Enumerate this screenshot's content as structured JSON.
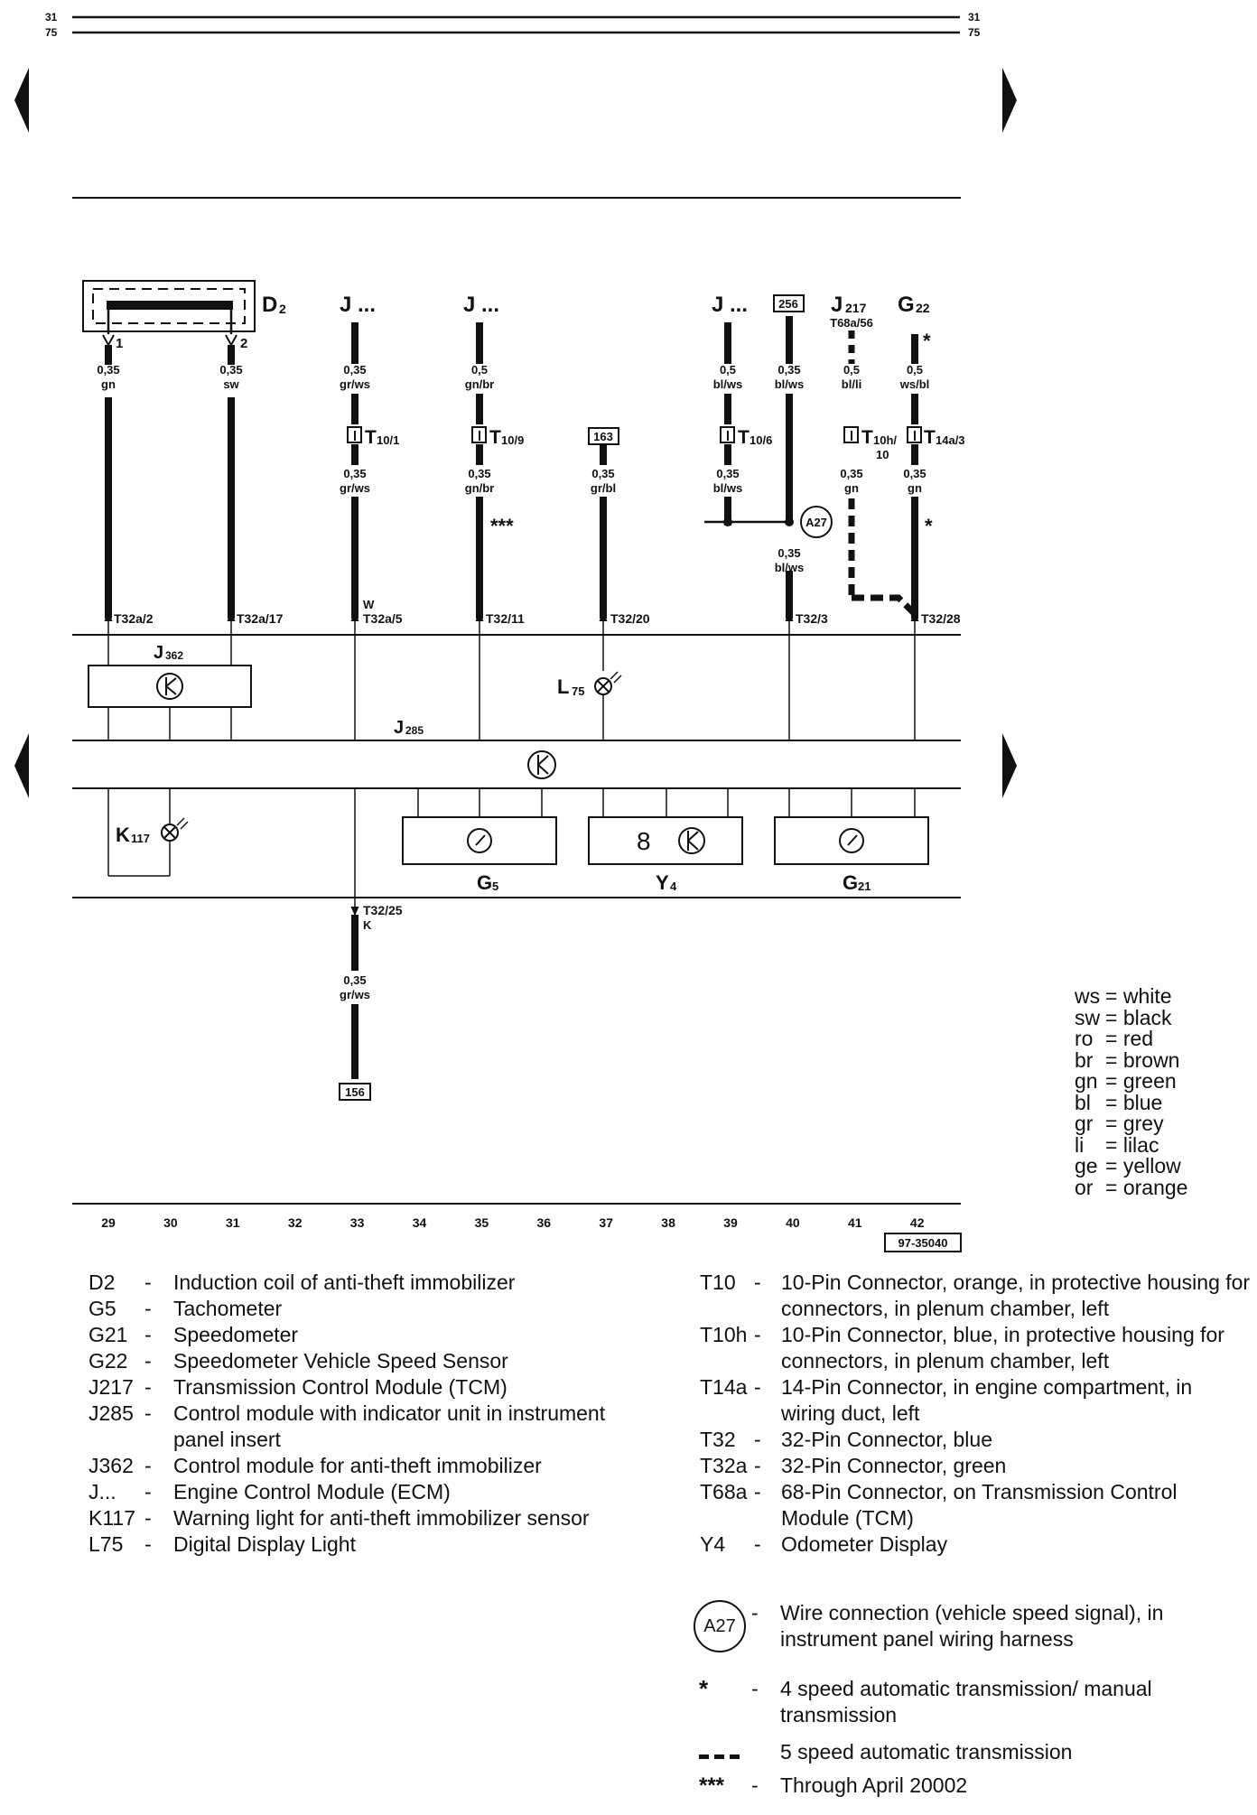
{
  "header": {
    "page_top_left": "31",
    "page_bottom_left": "75",
    "page_top_right": "31",
    "page_bottom_right": "75"
  },
  "components": {
    "d2": "D",
    "d2_sub": "2",
    "j_ecm_1": "J ...",
    "j_ecm_2": "J ...",
    "j_ecm_3": "J ...",
    "j217": "J",
    "j217_sub": "217",
    "j217_pin": "T68a/56",
    "g22": "G",
    "g22_sub": "22",
    "j362": "J",
    "j362_sub": "362",
    "j285": "J",
    "j285_sub": "285",
    "l75": "L",
    "l75_sub": "75",
    "k117": "K",
    "k117_sub": "117",
    "g5": "G",
    "g5_sub": "5",
    "y4": "Y",
    "y4_sub": "4",
    "g21": "G",
    "g21_sub": "21",
    "odo_digit": "8"
  },
  "refs": {
    "r256": "256",
    "r163": "163",
    "r156": "156",
    "a27": "A27",
    "drawing_no": "97-35040"
  },
  "wires": {
    "d2_p1": "1",
    "d2_p2": "2",
    "w29": [
      "0,35",
      "gn"
    ],
    "w31": [
      "0,35",
      "sw"
    ],
    "w33a": [
      "0,35",
      "gr/ws"
    ],
    "w33b": [
      "0,35",
      "gr/ws"
    ],
    "w33c": [
      "0,35",
      "gr/ws"
    ],
    "w35a": [
      "0,5",
      "gn/br"
    ],
    "w35b": [
      "0,35",
      "gn/br"
    ],
    "w37": [
      "0,35",
      "gr/bl"
    ],
    "w39a": [
      "0,5",
      "bl/ws"
    ],
    "w39b": [
      "0,35",
      "bl/ws"
    ],
    "w40a": [
      "0,35",
      "bl/ws"
    ],
    "w40b": [
      "0,35",
      "bl/ws"
    ],
    "w41a": [
      "0,5",
      "bl/li"
    ],
    "w41b": [
      "0,35",
      "gn"
    ],
    "w42a": [
      "0,5",
      "ws/bl"
    ],
    "w42b": [
      "0,35",
      "gn"
    ]
  },
  "connectors": {
    "t10_1": "T",
    "t10_1_sub": "10/1",
    "t10_9": "T",
    "t10_9_sub": "10/9",
    "t10_6": "T",
    "t10_6_sub": "10/6",
    "t10h_10": "T",
    "t10h_10_sub": "10h/",
    "t10h_10_sub2": "10",
    "t14a_3": "T",
    "t14a_3_sub": "14a/3",
    "p29": "T32a/2",
    "p31": "T32a/17",
    "p33": "T32a/5",
    "p33_w": "W",
    "p35": "T32/11",
    "p37": "T32/20",
    "p40": "T32/3",
    "p42": "T32/28",
    "p33_bottom": "T32/25",
    "p33_bottom_k": "K"
  },
  "markers": {
    "star": "*",
    "triple_star": "***"
  },
  "track_numbers": [
    "29",
    "30",
    "31",
    "32",
    "33",
    "34",
    "35",
    "36",
    "37",
    "38",
    "39",
    "40",
    "41",
    "42"
  ],
  "color_legend": [
    {
      "code": "ws",
      "name": "white"
    },
    {
      "code": "sw",
      "name": "black"
    },
    {
      "code": "ro",
      "name": "red"
    },
    {
      "code": "br",
      "name": "brown"
    },
    {
      "code": "gn",
      "name": "green"
    },
    {
      "code": "bl",
      "name": "blue"
    },
    {
      "code": "gr",
      "name": "grey"
    },
    {
      "code": "li",
      "name": "lilac"
    },
    {
      "code": "ge",
      "name": "yellow"
    },
    {
      "code": "or",
      "name": "orange"
    }
  ],
  "definitions_left": [
    {
      "code": "D2",
      "desc": "Induction coil of anti-theft immobilizer"
    },
    {
      "code": "G5",
      "desc": "Tachometer"
    },
    {
      "code": "G21",
      "desc": "Speedometer"
    },
    {
      "code": "G22",
      "desc": "Speedometer Vehicle Speed Sensor"
    },
    {
      "code": "J217",
      "desc": "Transmission Control Module (TCM)"
    },
    {
      "code": "J285",
      "desc": "Control module with indicator unit in instrument panel insert"
    },
    {
      "code": "J362",
      "desc": "Control module for anti-theft immobilizer"
    },
    {
      "code": "J...",
      "desc": "Engine Control Module (ECM)"
    },
    {
      "code": "K117",
      "desc": "Warning light for anti-theft immobilizer sensor"
    },
    {
      "code": "L75",
      "desc": "Digital Display Light"
    }
  ],
  "definitions_right": [
    {
      "code": "T10",
      "desc": "10-Pin Connector, orange, in protective housing for connectors, in plenum chamber, left"
    },
    {
      "code": "T10h",
      "desc": "10-Pin Connector, blue, in protective housing for connectors, in plenum chamber, left"
    },
    {
      "code": "T14a",
      "desc": "14-Pin Connector, in engine compartment, in wiring duct, left"
    },
    {
      "code": "T32",
      "desc": "32-Pin Connector, blue"
    },
    {
      "code": "T32a",
      "desc": "32-Pin Connector, green"
    },
    {
      "code": "T68a",
      "desc": "68-Pin Connector, on Transmission Control Module (TCM)"
    },
    {
      "code": "Y4",
      "desc": "Odometer Display"
    }
  ],
  "notes": {
    "a27": {
      "symbol": "A27",
      "desc": "Wire connection (vehicle speed signal), in instrument panel wiring harness"
    },
    "star": {
      "symbol": "*",
      "desc": "4 speed automatic transmission/ manual transmission"
    },
    "dashed": {
      "symbol": "---",
      "desc": "5 speed automatic transmission"
    },
    "triple": {
      "symbol": "***",
      "desc": "Through April 20002"
    }
  }
}
